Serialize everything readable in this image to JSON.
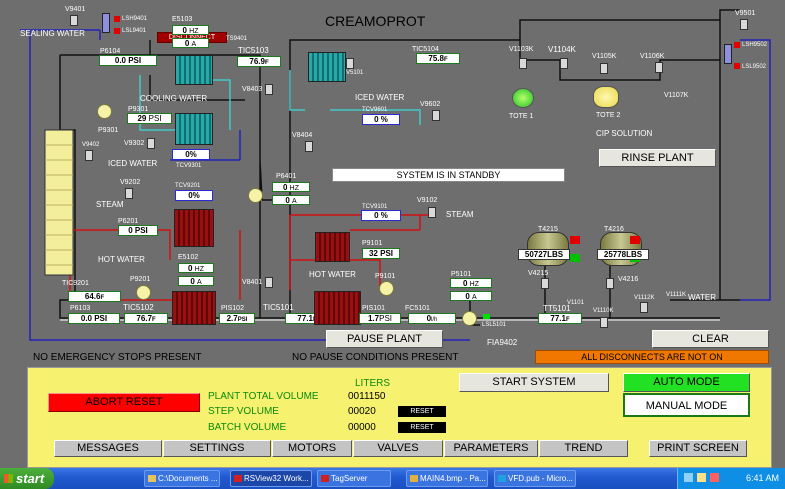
{
  "title": "CREAMOPROT",
  "status_message": "SYSTEM IS IN STANDBY",
  "disconnect_label": "DISCONNECT",
  "tags": {
    "v9401": "V9401",
    "lsh9401": "LSH9401",
    "lsl9401": "LSL9401",
    "sealing_water": "SEALING WATER",
    "e5103": "E5103",
    "ts9401": "TS9401",
    "p6104": "P6104",
    "tic5103": "TIC5103",
    "cooling_water": "COOLING WATER",
    "p9301": "P9301",
    "p9301_pump": "P9301",
    "v9302": "V9302",
    "iced_water_left": "ICED WATER",
    "tcv9301": "TCV9301",
    "v9402": "V9402",
    "v8403": "V8403",
    "v5101": "V5101",
    "tic5104": "TIC5104",
    "iced_water_center": "ICED WATER",
    "tcv9601": "TCV9601",
    "v9602": "V9602",
    "v8404": "V8404",
    "v1103k": "V1103K",
    "v1104k": "V1104K",
    "v1105k": "V1105K",
    "v1106k": "V1106K",
    "v1107k": "V1107K",
    "tote1": "TOTE 1",
    "tote2": "TOTE 2",
    "cip_solution": "CIP  SOLUTION",
    "v9501": "V9501",
    "lsh9502": "LSH9502",
    "lsl9502": "LSL9502",
    "p6401": "P6401",
    "v9202": "V9202",
    "steam_left": "STEAM",
    "tcv9201": "TCV9201",
    "p6201": "P6201",
    "hot_water_left": "HOT WATER",
    "tic9201": "TIC9201",
    "p9201": "P9201",
    "e5102": "E5102",
    "p6103": "P6103",
    "tic5102": "TIC5102",
    "pis102": "PIS102",
    "v8401": "V8401",
    "tic5101": "TIC5101",
    "tcv9101": "TCV9101",
    "v9102": "V9102",
    "steam_right": "STEAM",
    "p9101_tag": "P9101",
    "hot_water_center": "HOT WATER",
    "p9101_pump": "P9101",
    "pis101": "PIS101",
    "fc5101": "FC5101",
    "p5101": "P5101",
    "lsl5101": "LSL5101",
    "fia9402": "FIA9402",
    "tt5101": "TT5101",
    "t4215": "T4215",
    "t4216": "T4216",
    "v4215": "V4215",
    "v4216": "V4216",
    "v1101": "V1101",
    "v1110k": "V1110K",
    "v1112k": "V1112K",
    "v1111k": "V1111K",
    "water": "WATER"
  },
  "readings": {
    "e5103_hz": "0",
    "e5103_hz_unit": "HZ",
    "e5103_a": "0",
    "e5103_a_unit": "A",
    "p6104": "0.0 PSI",
    "tic5103": "76.9",
    "tic5103_unit": "F",
    "tic5104": "75.8",
    "tic5104_unit": "F",
    "p9301": "29",
    "p9301_unit": "PSI",
    "tcv9301": "0%",
    "tcv9601": "0 %",
    "p6401_hz": "0",
    "p6401_hz_unit": "HZ",
    "p6401_a": "0",
    "p6401_a_unit": "A",
    "tcv9201": "0%",
    "p6201": "0 PSI",
    "tcv9101": "0 %",
    "p9101": "32 PSI",
    "e5102_hz": "0",
    "e5102_hz_unit": "HZ",
    "e5102_a": "0",
    "e5102_a_unit": "A",
    "tic9201": "64.6",
    "tic9201_unit": "F",
    "p6103": "0.0 PSI",
    "tic5102": "76.7",
    "tic5102_unit": "F",
    "pis102": "2.7",
    "pis102_unit": "PSI",
    "tic5101": "77.1",
    "tic5101_unit": "F",
    "pis101": "1.7",
    "pis101_unit": "PSI",
    "fc5101": "0",
    "fc5101_unit": "l/h",
    "p5101_hz": "0",
    "p5101_hz_unit": "HZ",
    "p5101_a": "0",
    "p5101_a_unit": "A",
    "tt5101": "77.1",
    "tt5101_unit": "F",
    "t4215_weight": "50727LBS",
    "t4216_weight": "25778LBS"
  },
  "controls": {
    "rinse_plant": "RINSE PLANT",
    "pause_plant": "PAUSE PLANT",
    "clear": "CLEAR"
  },
  "alarms": {
    "emergency": "NO EMERGENCY STOPS PRESENT",
    "pause": "NO PAUSE CONDITIONS PRESENT",
    "disconnects": "ALL DISCONNECTS ARE NOT ON"
  },
  "panel": {
    "liters": "LITERS",
    "plant_total_volume_label": "PLANT TOTAL VOLUME",
    "plant_total_volume": "0011150",
    "step_volume_label": "STEP VOLUME",
    "step_volume": "00020",
    "batch_volume_label": "BATCH VOLUME",
    "batch_volume": "00000",
    "reset": "RESET",
    "abort_reset": "ABORT RESET",
    "start_system": "START SYSTEM",
    "auto_mode": "AUTO MODE",
    "manual_mode": "MANUAL MODE",
    "print_screen": "PRINT SCREEN",
    "tabs": [
      "MESSAGES",
      "SETTINGS",
      "MOTORS",
      "VALVES",
      "PARAMETERS",
      "TREND"
    ]
  },
  "taskbar": {
    "start": "start",
    "items": [
      "C:\\Documents ...",
      "RSView32 Work...",
      "TagServer",
      "MAIN4.bmp - Pa...",
      "VFD.pub - Micro..."
    ],
    "clock": "6:41 AM"
  },
  "colors": {
    "background": "#6e6e6e",
    "panel": "#f6f270",
    "alarm_red": "#ff0000",
    "auto_green": "#22e022",
    "disconnect_orange": "#f07800",
    "pipe_white": "#ffffff",
    "pipe_blue": "#2222b8",
    "pipe_red": "#d01010",
    "pipe_cyan": "#40c8c8"
  }
}
